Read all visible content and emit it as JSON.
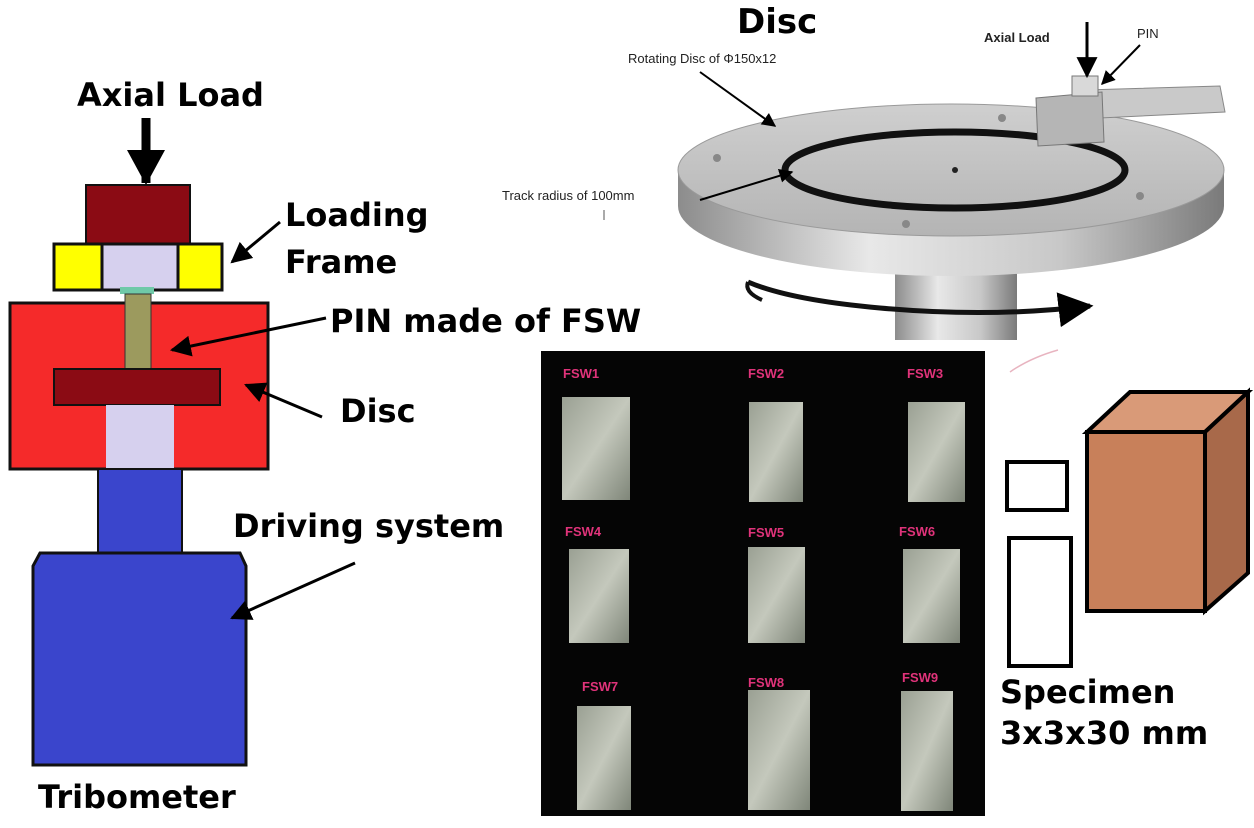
{
  "schematic": {
    "axial_load": "Axial Load",
    "loading_frame_line1": "Loading",
    "loading_frame_line2": "Frame",
    "pin": "PIN made of FSW",
    "disc": "Disc",
    "driving_system": "Driving system",
    "tribometer": "Tribometer"
  },
  "render": {
    "title": "Disc",
    "disc_spec": "Rotating Disc of Φ150x12",
    "axial_load": "Axial Load",
    "pin": "PIN",
    "track": "Track radius of 100mm"
  },
  "samples": {
    "labels": [
      "FSW1",
      "FSW2",
      "FSW3",
      "FSW4",
      "FSW5",
      "FSW6",
      "FSW7",
      "FSW8",
      "FSW9"
    ]
  },
  "specimen": {
    "line1": "Specimen",
    "line2": "3x3x30 mm"
  },
  "colors": {
    "load_block": "#8b0b14",
    "frame_yellow": "#ffff00",
    "lavender": "#d6d0ee",
    "disc_box": "#f52a2a",
    "pin_rod": "#9c9a5e",
    "driving_blue": "#3a45cc",
    "specimen_block": "#c8805a",
    "photo_bg": "#050505",
    "fsw_label": "#e0337a"
  }
}
